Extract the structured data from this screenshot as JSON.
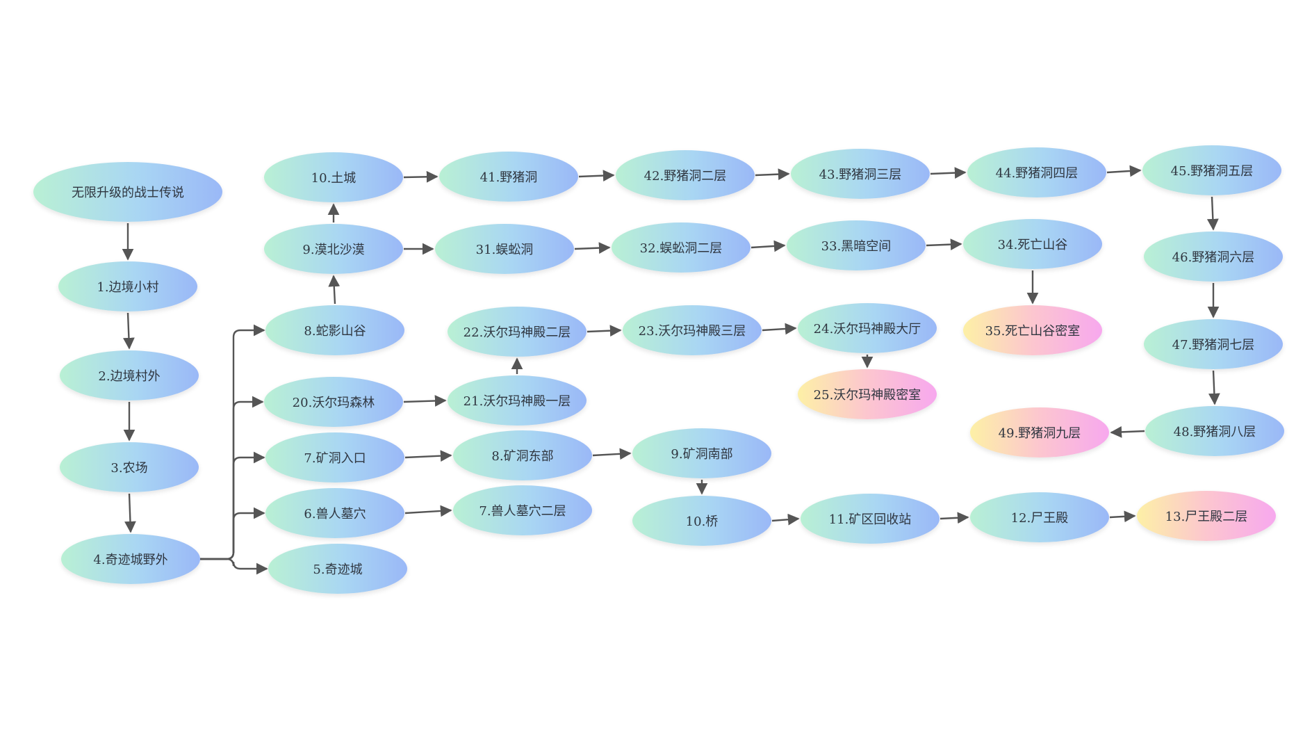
{
  "colors": {
    "connector": "#555555",
    "cool_gradient": [
      "#b9f0d4",
      "#a9d6f3",
      "#9ab8f7"
    ],
    "warm_gradient": [
      "#fdf0a6",
      "#fcc6cf",
      "#f7a8ee"
    ]
  },
  "nodes": {
    "root": "无限升级的战士传说",
    "n1": "1.边境小村",
    "n2": "2.边境村外",
    "n3": "3.农场",
    "n4": "4.奇迹城野外",
    "n5": "5.奇迹城",
    "n6": "6.兽人墓穴",
    "n7": "7.矿洞入口",
    "n20": "20.沃尔玛森林",
    "n8": "8.蛇影山谷",
    "n9": "9.漠北沙漠",
    "n10": "10.土城",
    "n41": "41.野猪洞",
    "n42": "42.野猪洞二层",
    "n43": "43.野猪洞三层",
    "n44": "44.野猪洞四层",
    "n45": "45.野猪洞五层",
    "n46": "46.野猪洞六层",
    "n47": "47.野猪洞七层",
    "n48": "48.野猪洞八层",
    "n49": "49.野猪洞九层",
    "n31": "31.蜈蚣洞",
    "n32": "32.蜈蚣洞二层",
    "n33": "33.黑暗空间",
    "n34": "34.死亡山谷",
    "n35": "35.死亡山谷密室",
    "n21": "21.沃尔玛神殿一层",
    "n22": "22.沃尔玛神殿二层",
    "n23": "23.沃尔玛神殿三层",
    "n24": "24.沃尔玛神殿大厅",
    "n25": "25.沃尔玛神殿密室",
    "m8": "8.矿洞东部",
    "m9": "9.矿洞南部",
    "m10": "10.桥",
    "m11": "11.矿区回收站",
    "m12": "12.尸王殿",
    "m13": "13.尸王殿二层",
    "t7": "7.兽人墓穴二层"
  },
  "edges": [
    [
      "root",
      "n1"
    ],
    [
      "n1",
      "n2"
    ],
    [
      "n2",
      "n3"
    ],
    [
      "n3",
      "n4"
    ],
    [
      "n4",
      "n8"
    ],
    [
      "n4",
      "n20"
    ],
    [
      "n4",
      "n7"
    ],
    [
      "n4",
      "n6"
    ],
    [
      "n4",
      "n5"
    ],
    [
      "n8",
      "n9"
    ],
    [
      "n9",
      "n10"
    ],
    [
      "n10",
      "n41"
    ],
    [
      "n41",
      "n42"
    ],
    [
      "n42",
      "n43"
    ],
    [
      "n43",
      "n44"
    ],
    [
      "n44",
      "n45"
    ],
    [
      "n45",
      "n46"
    ],
    [
      "n46",
      "n47"
    ],
    [
      "n47",
      "n48"
    ],
    [
      "n48",
      "n49"
    ],
    [
      "n9",
      "n31"
    ],
    [
      "n31",
      "n32"
    ],
    [
      "n32",
      "n33"
    ],
    [
      "n33",
      "n34"
    ],
    [
      "n34",
      "n35"
    ],
    [
      "n20",
      "n21"
    ],
    [
      "n21",
      "n22"
    ],
    [
      "n22",
      "n23"
    ],
    [
      "n23",
      "n24"
    ],
    [
      "n24",
      "n25"
    ],
    [
      "n7",
      "m8"
    ],
    [
      "m8",
      "m9"
    ],
    [
      "m9",
      "m10"
    ],
    [
      "m10",
      "m11"
    ],
    [
      "m11",
      "m12"
    ],
    [
      "m12",
      "m13"
    ],
    [
      "n6",
      "t7"
    ]
  ]
}
